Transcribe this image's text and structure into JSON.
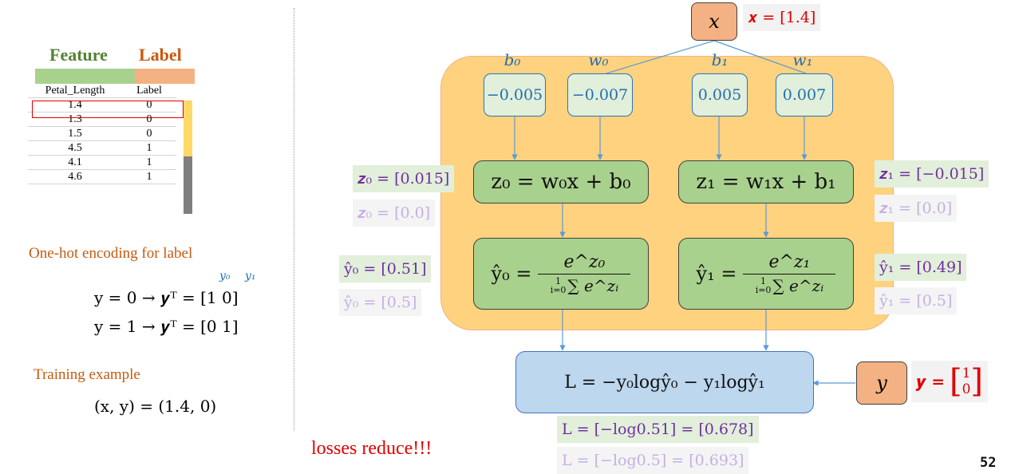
{
  "left": {
    "header_feature": "Feature",
    "header_label": "Label",
    "col_headers": [
      "Petal_Length",
      "Label"
    ],
    "rows": [
      [
        "1.4",
        "0"
      ],
      [
        "1.3",
        "0"
      ],
      [
        "1.5",
        "0"
      ],
      [
        "4.5",
        "1"
      ],
      [
        "4.1",
        "1"
      ],
      [
        "4.6",
        "1"
      ]
    ],
    "onehot_title": "One-hot encoding for label",
    "onehot_y0": "y₀",
    "onehot_y1": "y₁",
    "onehot_line1": "y = 0 → 𝒚ᵀ = [1  0]",
    "onehot_line2": "y = 1 → 𝒚ᵀ = [0  1]",
    "train_title": "Training example",
    "train_value": "(x, y) = (1.4, 0)"
  },
  "graph": {
    "x_node": "x",
    "x_value": "𝒙 = [1.4]",
    "b0_label": "b₀",
    "w0_label": "w₀",
    "b1_label": "b₁",
    "w1_label": "w₁",
    "b0_value": "−0.005",
    "w0_value": "−0.007",
    "b1_value": "0.005",
    "w1_value": "0.007",
    "z0_formula": "z₀ = w₀x + b₀",
    "z1_formula": "z₁ = w₁x + b₁",
    "z0_new": "𝒛₀ = [0.015]",
    "z0_old": "𝒛₀ = [0.0]",
    "z1_new": "𝒛₁ = [−0.015]",
    "z1_old": "𝒛₁ = [0.0]",
    "y0hat_lhs": "ŷ₀ =",
    "y1hat_lhs": "ŷ₁ =",
    "softmax_num0": "e^z₀",
    "softmax_num1": "e^z₁",
    "softmax_den": "∑ e^zᵢ",
    "sum_upper": "1",
    "sum_lower": "i=0",
    "y0hat_new": "ŷ₀ = [0.51]",
    "y0hat_old": "ŷ₀ = [0.5]",
    "y1hat_new": "ŷ₁ = [0.49]",
    "y1hat_old": "ŷ₁ = [0.5]",
    "loss_formula": "L =  −y₀logŷ₀ − y₁logŷ₁",
    "y_node": "y",
    "y_value_lhs": "𝒚 =",
    "y_value_top": "1",
    "y_value_bottom": "0",
    "loss_new": "L = [−log0.51] = [0.678]",
    "loss_old": "L = [−log0.5] = [0.693]"
  },
  "note": "losses reduce!!!",
  "page_number": "52",
  "colors": {
    "feature_green": "#a9d18e",
    "label_orange": "#f4b183",
    "node_green": "#a9d18e",
    "param_blue": "#1f6fb2",
    "loss_blue": "#bdd7ee",
    "orange_region": "#ffd27f",
    "red": "#e00000",
    "purple": "#7030a0"
  }
}
